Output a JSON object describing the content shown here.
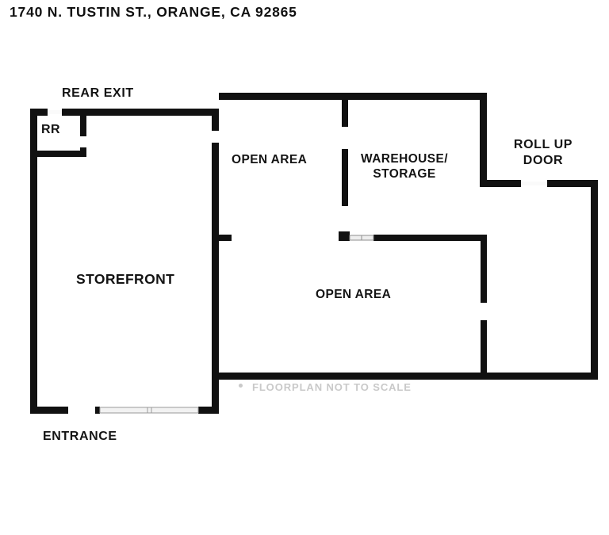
{
  "header": {
    "address_title": "1740 N. TUSTIN ST., ORANGE, CA 92865"
  },
  "floorplan": {
    "scale_note": "FLOORPLAN NOT TO SCALE",
    "scale_note_bullet": "bullet-dot",
    "rooms": [
      {
        "id": "rr",
        "label": "RR"
      },
      {
        "id": "storefront",
        "label": "STOREFRONT"
      },
      {
        "id": "open-top",
        "label": "OPEN AREA"
      },
      {
        "id": "warehouse",
        "label": "WAREHOUSE/\nSTORAGE"
      },
      {
        "id": "open-bottom",
        "label": "OPEN AREA"
      }
    ],
    "warehouse_line1": "WAREHOUSE/",
    "warehouse_line2": "STORAGE",
    "callouts": [
      {
        "id": "rear-exit",
        "label": "REAR EXIT"
      },
      {
        "id": "roll-up-door",
        "line1": "ROLL UP",
        "line2": "DOOR"
      },
      {
        "id": "entrance",
        "label": "ENTRANCE"
      }
    ],
    "colors": {
      "wall": "#111111",
      "background": "#ffffff",
      "text": "#141414",
      "note": "#c9c9c9",
      "door_glass": "#f2f2f2",
      "door_frame": "#9a9a9a"
    },
    "openings": [
      {
        "id": "rear-exit-gap",
        "type": "door-gap"
      },
      {
        "id": "rr-door-gap",
        "type": "door-gap"
      },
      {
        "id": "storefront-door-gap",
        "type": "door-gap"
      },
      {
        "id": "warehouse-gap-upper",
        "type": "door-gap"
      },
      {
        "id": "warehouse-gap-lower",
        "type": "door-gap"
      },
      {
        "id": "roll-up-door-gap",
        "type": "roll-up-door"
      },
      {
        "id": "east-wall-gap",
        "type": "door-gap"
      },
      {
        "id": "entrance-doors",
        "type": "glass-double-door"
      },
      {
        "id": "interior-glass-door",
        "type": "glass-door"
      }
    ]
  }
}
